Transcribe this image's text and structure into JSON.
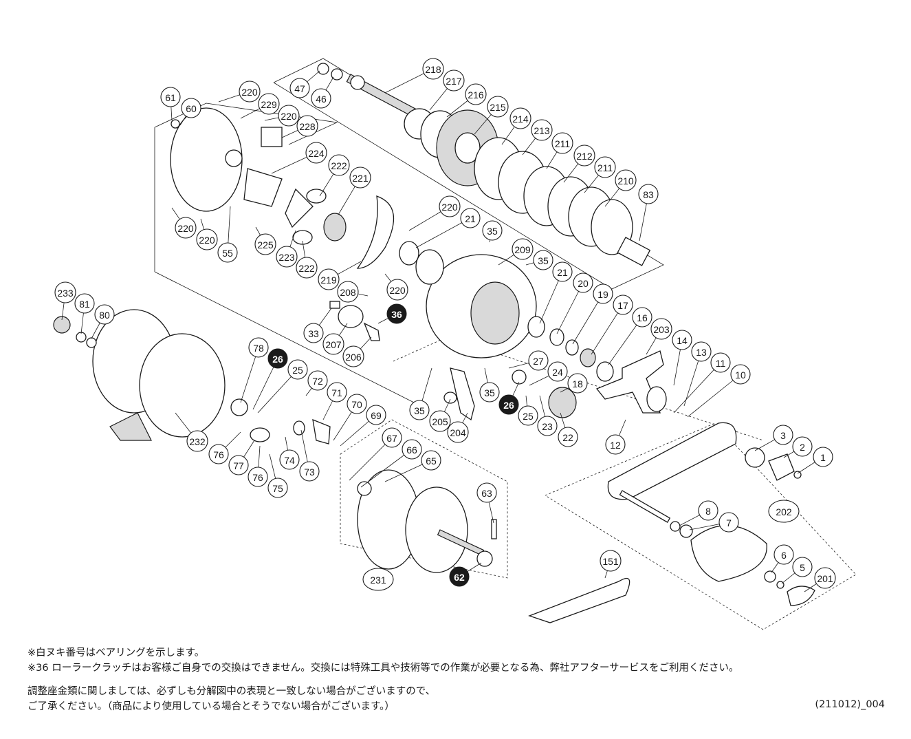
{
  "callouts": [
    {
      "id": "c218",
      "label": "218"
    },
    {
      "id": "c217",
      "label": "217"
    },
    {
      "id": "c216",
      "label": "216"
    },
    {
      "id": "c215",
      "label": "215"
    },
    {
      "id": "c214",
      "label": "214"
    },
    {
      "id": "c213",
      "label": "213"
    },
    {
      "id": "c211a",
      "label": "211"
    },
    {
      "id": "c212",
      "label": "212"
    },
    {
      "id": "c211b",
      "label": "211"
    },
    {
      "id": "c210",
      "label": "210"
    },
    {
      "id": "c83",
      "label": "83"
    },
    {
      "id": "c47",
      "label": "47"
    },
    {
      "id": "c46",
      "label": "46"
    },
    {
      "id": "c61",
      "label": "61"
    },
    {
      "id": "c60",
      "label": "60"
    },
    {
      "id": "c220a",
      "label": "220"
    },
    {
      "id": "c229",
      "label": "229"
    },
    {
      "id": "c220b",
      "label": "220"
    },
    {
      "id": "c228",
      "label": "228"
    },
    {
      "id": "c224",
      "label": "224"
    },
    {
      "id": "c222a",
      "label": "222"
    },
    {
      "id": "c221",
      "label": "221"
    },
    {
      "id": "c220c",
      "label": "220"
    },
    {
      "id": "c220d",
      "label": "220"
    },
    {
      "id": "c55",
      "label": "55"
    },
    {
      "id": "c225",
      "label": "225"
    },
    {
      "id": "c223",
      "label": "223"
    },
    {
      "id": "c222b",
      "label": "222"
    },
    {
      "id": "c220e",
      "label": "220"
    },
    {
      "id": "c21a",
      "label": "21"
    },
    {
      "id": "c219",
      "label": "219"
    },
    {
      "id": "c220f",
      "label": "220"
    },
    {
      "id": "c35a",
      "label": "35"
    },
    {
      "id": "c209",
      "label": "209"
    },
    {
      "id": "c35b",
      "label": "35"
    },
    {
      "id": "c21b",
      "label": "21"
    },
    {
      "id": "c20",
      "label": "20"
    },
    {
      "id": "c19",
      "label": "19"
    },
    {
      "id": "c17",
      "label": "17"
    },
    {
      "id": "c16",
      "label": "16"
    },
    {
      "id": "c203",
      "label": "203"
    },
    {
      "id": "c14",
      "label": "14"
    },
    {
      "id": "c13",
      "label": "13"
    },
    {
      "id": "c11",
      "label": "11"
    },
    {
      "id": "c10",
      "label": "10"
    },
    {
      "id": "c208",
      "label": "208"
    },
    {
      "id": "c36",
      "label": "36",
      "filled": true
    },
    {
      "id": "c33",
      "label": "33"
    },
    {
      "id": "c207",
      "label": "207"
    },
    {
      "id": "c206",
      "label": "206"
    },
    {
      "id": "c233",
      "label": "233"
    },
    {
      "id": "c81",
      "label": "81"
    },
    {
      "id": "c80",
      "label": "80"
    },
    {
      "id": "c78",
      "label": "78"
    },
    {
      "id": "c26a",
      "label": "26",
      "filled": true
    },
    {
      "id": "c25a",
      "label": "25"
    },
    {
      "id": "c72",
      "label": "72"
    },
    {
      "id": "c71",
      "label": "71"
    },
    {
      "id": "c70",
      "label": "70"
    },
    {
      "id": "c69",
      "label": "69"
    },
    {
      "id": "c27",
      "label": "27"
    },
    {
      "id": "c24",
      "label": "24"
    },
    {
      "id": "c18",
      "label": "18"
    },
    {
      "id": "c35c",
      "label": "35"
    },
    {
      "id": "c35d",
      "label": "35"
    },
    {
      "id": "c26b",
      "label": "26",
      "filled": true
    },
    {
      "id": "c25b",
      "label": "25"
    },
    {
      "id": "c23",
      "label": "23"
    },
    {
      "id": "c22",
      "label": "22"
    },
    {
      "id": "c205",
      "label": "205"
    },
    {
      "id": "c204",
      "label": "204"
    },
    {
      "id": "c12",
      "label": "12"
    },
    {
      "id": "c232",
      "label": "232"
    },
    {
      "id": "c76a",
      "label": "76"
    },
    {
      "id": "c77",
      "label": "77"
    },
    {
      "id": "c76b",
      "label": "76"
    },
    {
      "id": "c75",
      "label": "75"
    },
    {
      "id": "c74",
      "label": "74"
    },
    {
      "id": "c73",
      "label": "73"
    },
    {
      "id": "c67",
      "label": "67"
    },
    {
      "id": "c66",
      "label": "66"
    },
    {
      "id": "c65",
      "label": "65"
    },
    {
      "id": "c63",
      "label": "63"
    },
    {
      "id": "c62",
      "label": "62",
      "filled": true
    },
    {
      "id": "c231",
      "label": "231"
    },
    {
      "id": "c3",
      "label": "3"
    },
    {
      "id": "c2",
      "label": "2"
    },
    {
      "id": "c1",
      "label": "1"
    },
    {
      "id": "c202",
      "label": "202"
    },
    {
      "id": "c8",
      "label": "8"
    },
    {
      "id": "c7",
      "label": "7"
    },
    {
      "id": "c6",
      "label": "6"
    },
    {
      "id": "c5",
      "label": "5"
    },
    {
      "id": "c201",
      "label": "201"
    },
    {
      "id": "c151",
      "label": "151"
    }
  ],
  "notes": {
    "line1": "※白ヌキ番号はベアリングを示します。",
    "line2": "※36 ローラークラッチはお客様ご自身での交換はできません。交換には特殊工具や技術等での作業が必要となる為、弊社アフターサービスをご利用ください。",
    "line3": "調整座金類に関しましては、必ずしも分解図中の表現と一致しない場合がございますので、",
    "line4": "ご了承ください。（商品により使用している場合とそうでない場合がございます。）"
  },
  "doc_code": "(211012)_004"
}
